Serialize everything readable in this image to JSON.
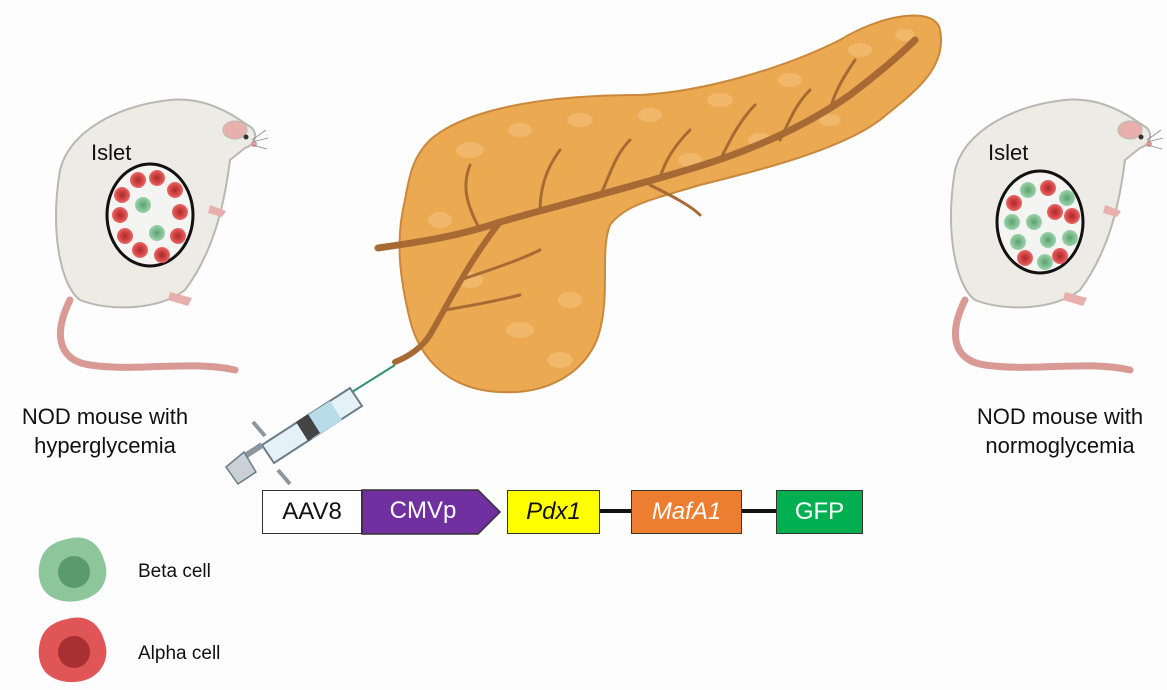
{
  "left_mouse": {
    "islet_label": "Islet",
    "caption_line1": "NOD mouse with",
    "caption_line2": "hyperglycemia"
  },
  "right_mouse": {
    "islet_label": "Islet",
    "caption_line1": "NOD mouse with",
    "caption_line2": "normoglycemia"
  },
  "construct": {
    "elements": [
      {
        "label": "AAV8",
        "color": "#ffffff",
        "text_color": "#111111"
      },
      {
        "label": "CMVp",
        "color": "#7030a0",
        "text_color": "#ffffff"
      },
      {
        "label": "Pdx1",
        "color": "#ffff00",
        "text_color": "#111111",
        "italic": true
      },
      {
        "label": "MafA1",
        "color": "#ed7d31",
        "text_color": "#ffffff",
        "italic": true
      },
      {
        "label": "GFP",
        "color": "#00b050",
        "text_color": "#ffffff"
      }
    ]
  },
  "legend": {
    "beta_label": "Beta cell",
    "beta_color": "#7fbf8f",
    "alpha_label": "Alpha cell",
    "alpha_color": "#d94a4a"
  },
  "colors": {
    "pancreas": "#eaa64f",
    "duct": "#a86a35"
  }
}
